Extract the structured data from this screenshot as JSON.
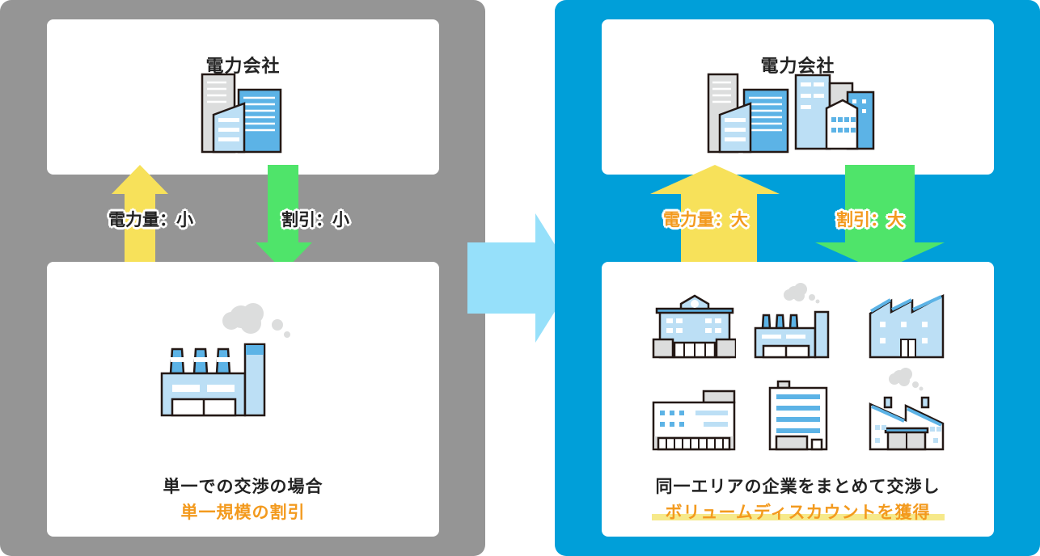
{
  "left_scenario": {
    "power_company": {
      "title": "電力会社",
      "icon": "office-buildings-icon"
    },
    "flow_up_label": "電力量：小",
    "flow_down_label": "割引：小",
    "customer": {
      "icon": "factory-icon",
      "caption": "単一での交渉の場合",
      "result": "単一規模の割引"
    }
  },
  "transition": {
    "icon": "right-arrow-icon"
  },
  "right_scenario": {
    "power_company": {
      "title": "電力会社",
      "icon": "office-buildings-group-icon"
    },
    "flow_up_label": "電力量：大",
    "flow_down_label": "割引：大",
    "customers": {
      "icons": [
        "school-icon",
        "factory-icon",
        "sawtooth-factory-icon",
        "warehouse-icon",
        "office-building-icon",
        "plant-icon"
      ],
      "caption": "同一エリアの企業をまとめて交渉し",
      "result": "ボリュームディスカウントを獲得"
    }
  },
  "colors": {
    "left_bg": "#959595",
    "right_bg": "#009fd9",
    "arrow_up": "#f7e15a",
    "arrow_down": "#4fe46a",
    "transition_arrow": "#96e0fa",
    "accent_orange": "#f39a1e",
    "icon_blue": "#5cb3e6",
    "icon_light_blue": "#bcdff5"
  }
}
